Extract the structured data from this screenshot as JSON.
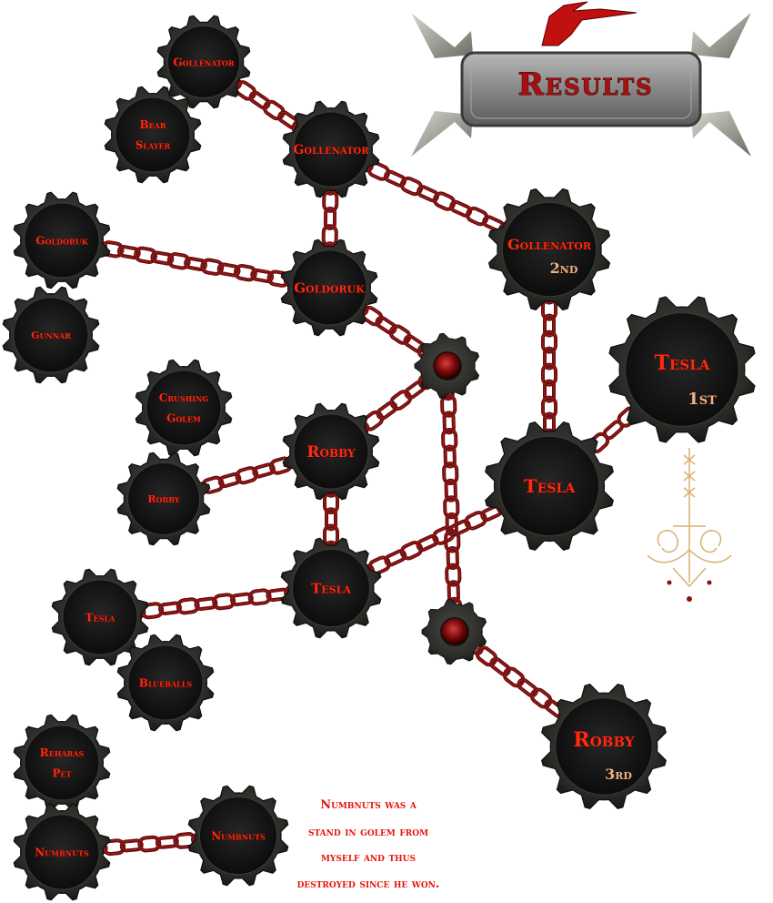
{
  "banner": {
    "title": "Results"
  },
  "nodes": [
    {
      "id": "g1",
      "lines": [
        "Gollenator"
      ]
    },
    {
      "id": "g2",
      "lines": [
        "Bear",
        "Slayer"
      ]
    },
    {
      "id": "g3",
      "lines": [
        "Gollenator"
      ]
    },
    {
      "id": "g4",
      "lines": [
        "Goldoruk"
      ]
    },
    {
      "id": "g5",
      "lines": [
        "Gunnar"
      ]
    },
    {
      "id": "g6",
      "lines": [
        "Goldoruk"
      ]
    },
    {
      "id": "g7",
      "lines": [
        "Gollenator"
      ],
      "place": "2nd"
    },
    {
      "id": "g8",
      "lines": [
        "Tesla"
      ],
      "place": "1st"
    },
    {
      "id": "g9",
      "lines": [
        "Crushing",
        "Golem"
      ]
    },
    {
      "id": "g10",
      "lines": [
        "Robby"
      ]
    },
    {
      "id": "g11",
      "lines": [
        "Robby"
      ]
    },
    {
      "id": "g12",
      "lines": [
        "Tesla"
      ]
    },
    {
      "id": "g13",
      "lines": [
        "Tesla"
      ]
    },
    {
      "id": "g14",
      "lines": [
        "Tesla"
      ]
    },
    {
      "id": "g15",
      "lines": [
        "Blueballs"
      ]
    },
    {
      "id": "g16",
      "lines": [
        "Robby"
      ],
      "place": "3rd"
    },
    {
      "id": "g17",
      "lines": [
        "Reharas",
        "Pet"
      ]
    },
    {
      "id": "g18",
      "lines": [
        "Numbnuts"
      ]
    },
    {
      "id": "g19",
      "lines": [
        "Numbnuts"
      ]
    }
  ],
  "note": {
    "lines": [
      "Numbnuts was a",
      "stand in golem from",
      "myself and thus",
      "destroyed since he won."
    ]
  },
  "colors": {
    "gear": "#2b2b28",
    "gear_face": "#141414",
    "chain": "#6e0c0c",
    "label": "#ff2a10",
    "place": "#f0b080",
    "banner_text": "#a81010"
  }
}
